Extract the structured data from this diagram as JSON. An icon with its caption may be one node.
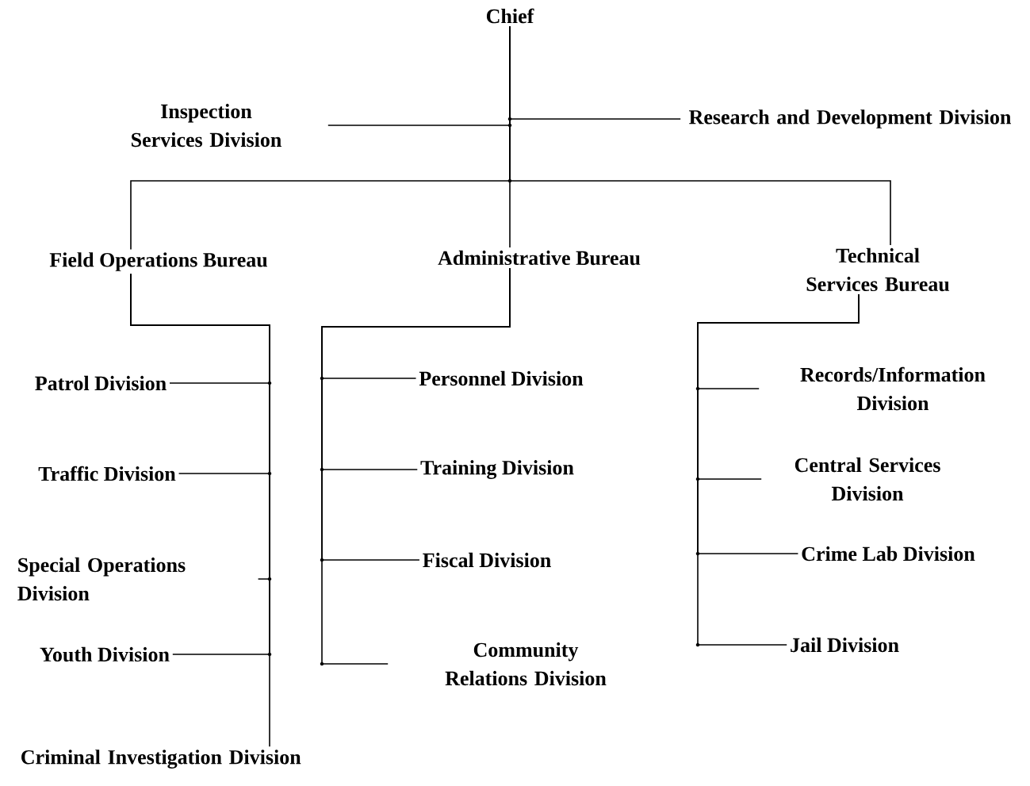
{
  "diagram": {
    "nodes": [
      {
        "text": [
          "Chief"
        ]
      },
      {
        "text": [
          "Inspection Services Division"
        ]
      },
      {
        "text": [
          "Research and Development Division"
        ]
      },
      {
        "text": [
          "Field Operations Bureau"
        ]
      },
      {
        "text": [
          "Administrative Bureau"
        ]
      },
      {
        "text": [
          "Technical Services Bureau"
        ]
      },
      {
        "text": [
          "Patrol Division"
        ]
      },
      {
        "text": [
          "Traffic Division"
        ]
      },
      {
        "text": [
          "Special Operations Division"
        ]
      },
      {
        "text": [
          "Youth Division"
        ]
      },
      {
        "text": [
          "Criminal Investigation Division"
        ]
      },
      {
        "text": [
          "Personnel Division"
        ]
      },
      {
        "text": [
          "Training Division"
        ]
      },
      {
        "text": [
          "Fiscal Division"
        ]
      },
      {
        "text": [
          "Community Relations Division"
        ]
      },
      {
        "text": [
          "Records/Information Division"
        ]
      },
      {
        "text": [
          "Central Services Division"
        ]
      },
      {
        "text": [
          "Crime Lab Division"
        ]
      },
      {
        "text": [
          "Jail Division"
        ]
      }
    ],
    "edges": [
      {
        "from": 0,
        "to": 1,
        "arrow": "none"
      },
      {
        "from": 0,
        "to": 2,
        "arrow": "none"
      },
      {
        "from": 0,
        "to": 3,
        "arrow": "none"
      },
      {
        "from": 0,
        "to": 4,
        "arrow": "none"
      },
      {
        "from": 0,
        "to": 5,
        "arrow": "none"
      },
      {
        "from": 3,
        "to": 6,
        "arrow": "none"
      },
      {
        "from": 3,
        "to": 7,
        "arrow": "none"
      },
      {
        "from": 3,
        "to": 8,
        "arrow": "none"
      },
      {
        "from": 3,
        "to": 9,
        "arrow": "none"
      },
      {
        "from": 3,
        "to": 10,
        "arrow": "none"
      },
      {
        "from": 4,
        "to": 11,
        "arrow": "none"
      },
      {
        "from": 4,
        "to": 12,
        "arrow": "none"
      },
      {
        "from": 4,
        "to": 13,
        "arrow": "none"
      },
      {
        "from": 4,
        "to": 14,
        "arrow": "none"
      },
      {
        "from": 5,
        "to": 15,
        "arrow": "none"
      },
      {
        "from": 5,
        "to": 16,
        "arrow": "none"
      },
      {
        "from": 5,
        "to": 17,
        "arrow": "none"
      },
      {
        "from": 5,
        "to": 18,
        "arrow": "none"
      }
    ]
  }
}
